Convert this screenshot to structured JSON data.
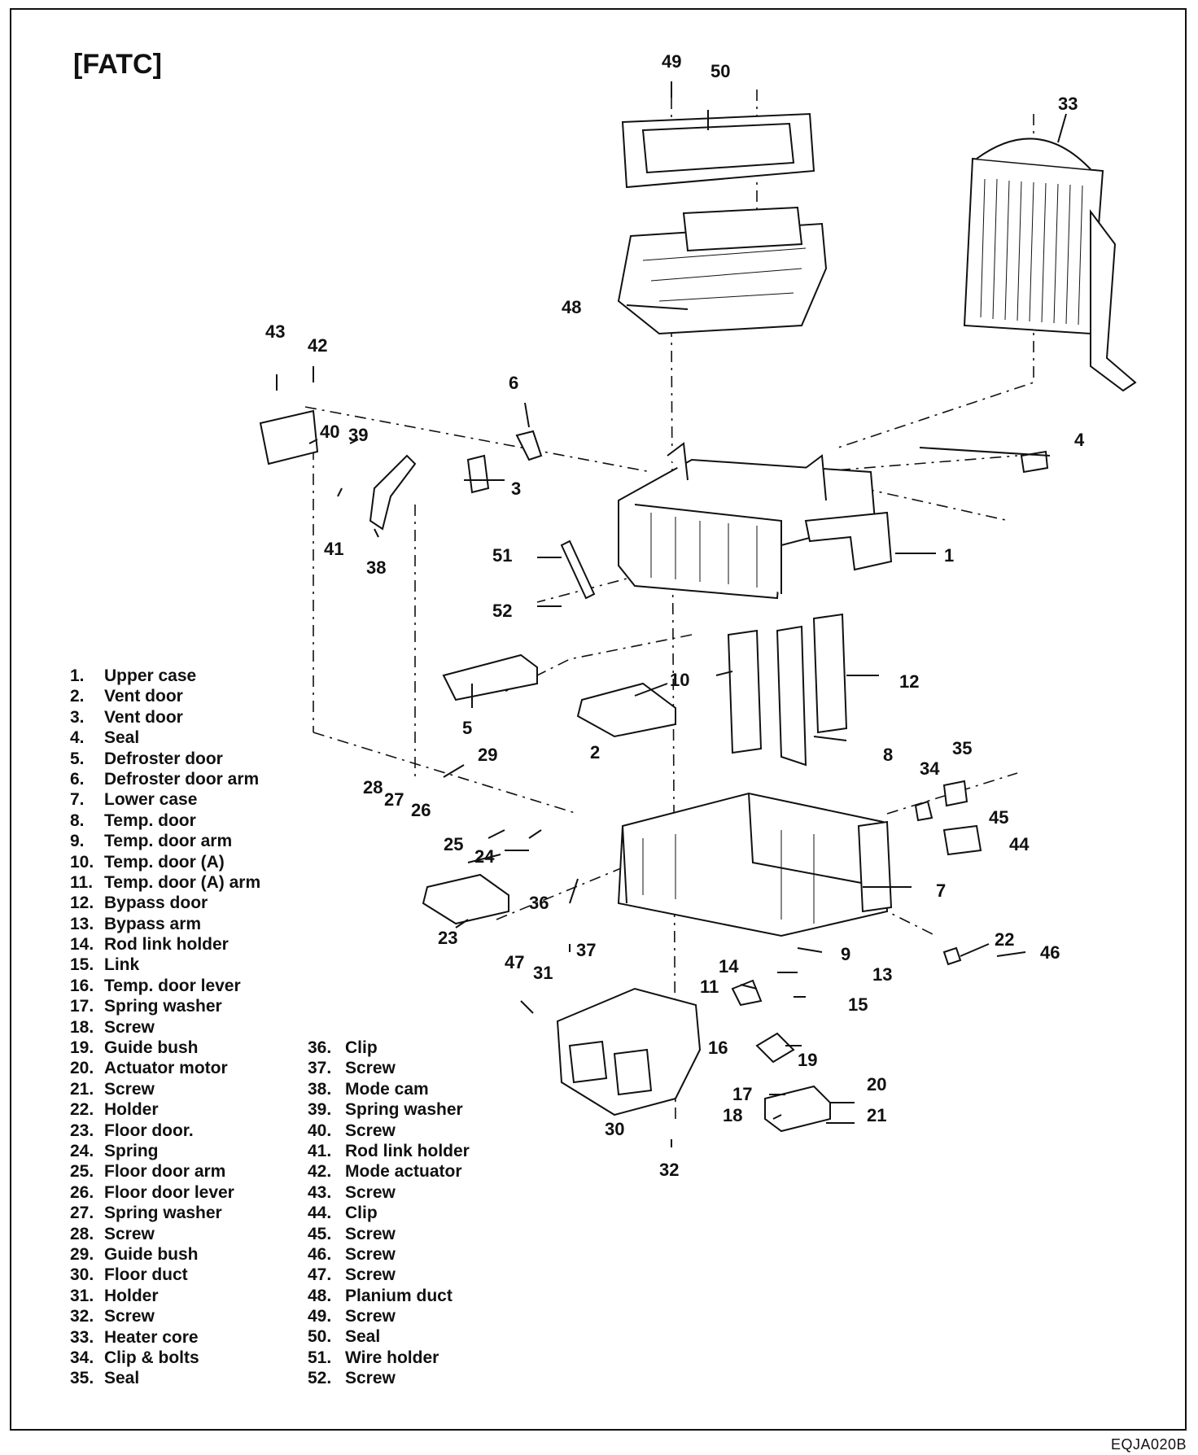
{
  "title": "[FATC]",
  "figure_code": "EQJA020B",
  "legend_left": [
    {
      "num": "1.",
      "label": "Upper case"
    },
    {
      "num": "2.",
      "label": "Vent door"
    },
    {
      "num": "3.",
      "label": "Vent door"
    },
    {
      "num": "4.",
      "label": "Seal"
    },
    {
      "num": "5.",
      "label": "Defroster door"
    },
    {
      "num": "6.",
      "label": "Defroster door arm"
    },
    {
      "num": "7.",
      "label": "Lower case"
    },
    {
      "num": "8.",
      "label": "Temp. door"
    },
    {
      "num": "9.",
      "label": "Temp. door arm"
    },
    {
      "num": "10.",
      "label": "Temp. door (A)"
    },
    {
      "num": "11.",
      "label": "Temp. door (A) arm"
    },
    {
      "num": "12.",
      "label": "Bypass door"
    },
    {
      "num": "13.",
      "label": "Bypass arm"
    },
    {
      "num": "14.",
      "label": "Rod link holder"
    },
    {
      "num": "15.",
      "label": "Link"
    },
    {
      "num": "16.",
      "label": "Temp. door lever"
    },
    {
      "num": "17.",
      "label": "Spring washer"
    },
    {
      "num": "18.",
      "label": "Screw"
    },
    {
      "num": "19.",
      "label": "Guide bush"
    },
    {
      "num": "20.",
      "label": "Actuator motor"
    },
    {
      "num": "21.",
      "label": "Screw"
    },
    {
      "num": "22.",
      "label": "Holder"
    },
    {
      "num": "23.",
      "label": "Floor door."
    },
    {
      "num": "24.",
      "label": "Spring"
    },
    {
      "num": "25.",
      "label": "Floor door arm"
    },
    {
      "num": "26.",
      "label": "Floor door lever"
    },
    {
      "num": "27.",
      "label": "Spring washer"
    },
    {
      "num": "28.",
      "label": "Screw"
    },
    {
      "num": "29.",
      "label": "Guide bush"
    },
    {
      "num": "30.",
      "label": "Floor duct"
    },
    {
      "num": "31.",
      "label": "Holder"
    },
    {
      "num": "32.",
      "label": "Screw"
    },
    {
      "num": "33.",
      "label": "Heater core"
    },
    {
      "num": "34.",
      "label": "Clip & bolts"
    },
    {
      "num": "35.",
      "label": "Seal"
    }
  ],
  "legend_right": [
    {
      "num": "36.",
      "label": "Clip"
    },
    {
      "num": "37.",
      "label": "Screw"
    },
    {
      "num": "38.",
      "label": "Mode cam"
    },
    {
      "num": "39.",
      "label": "Spring washer"
    },
    {
      "num": "40.",
      "label": "Screw"
    },
    {
      "num": "41.",
      "label": "Rod link holder"
    },
    {
      "num": "42.",
      "label": "Mode actuator"
    },
    {
      "num": "43.",
      "label": "Screw"
    },
    {
      "num": "44.",
      "label": "Clip"
    },
    {
      "num": "45.",
      "label": "Screw"
    },
    {
      "num": "46.",
      "label": "Screw"
    },
    {
      "num": "47.",
      "label": "Screw"
    },
    {
      "num": "48.",
      "label": "Planium duct"
    },
    {
      "num": "49.",
      "label": "Screw"
    },
    {
      "num": "50.",
      "label": "Seal"
    },
    {
      "num": "51.",
      "label": "Wire holder"
    },
    {
      "num": "52.",
      "label": "Screw"
    }
  ],
  "callouts": {
    "c1": "1",
    "c2": "2",
    "c3": "3",
    "c4": "4",
    "c5": "5",
    "c6": "6",
    "c7": "7",
    "c8": "8",
    "c9": "9",
    "c10": "10",
    "c11": "11",
    "c12": "12",
    "c13": "13",
    "c14": "14",
    "c15": "15",
    "c16": "16",
    "c17": "17",
    "c18": "18",
    "c19": "19",
    "c20": "20",
    "c21": "21",
    "c22": "22",
    "c23": "23",
    "c24": "24",
    "c25": "25",
    "c26": "26",
    "c27": "27",
    "c28": "28",
    "c29": "29",
    "c30": "30",
    "c31": "31",
    "c32": "32",
    "c33": "33",
    "c34": "34",
    "c35": "35",
    "c36": "36",
    "c37": "37",
    "c38": "38",
    "c39": "39",
    "c40": "40",
    "c41": "41",
    "c42": "42",
    "c43": "43",
    "c44": "44",
    "c45": "45",
    "c46": "46",
    "c47": "47",
    "c48": "48",
    "c49": "49",
    "c50": "50",
    "c51": "51",
    "c52": "52"
  }
}
